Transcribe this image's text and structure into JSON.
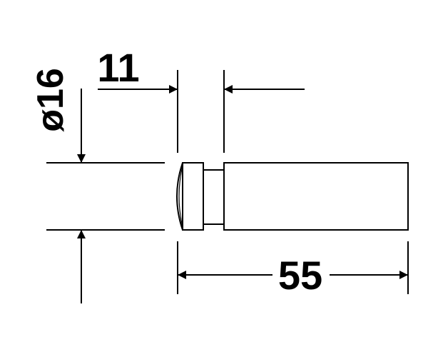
{
  "drawing": {
    "dimensions": {
      "diameter": "ø16",
      "cap_length": "11",
      "total_length": "55"
    },
    "line_color": "#000000",
    "background_color": "#ffffff"
  }
}
